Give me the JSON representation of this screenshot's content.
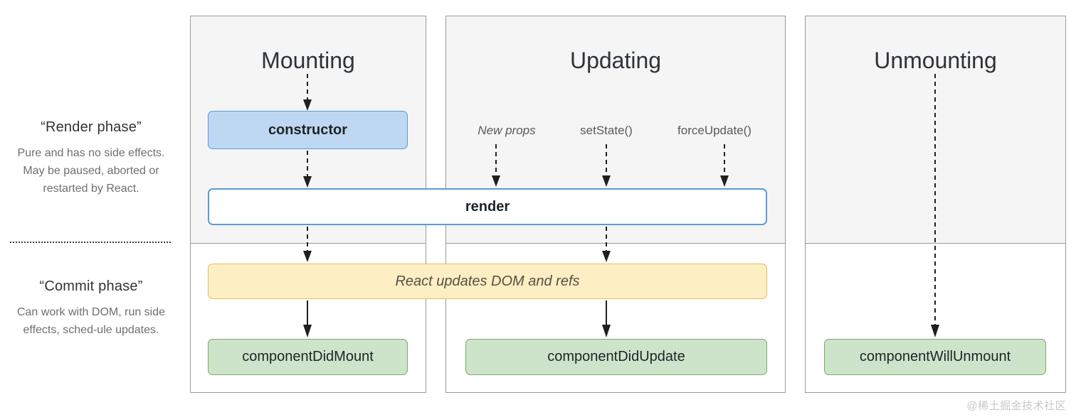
{
  "legend": {
    "render_phase": {
      "title": "“Render phase”",
      "body": "Pure and has no side effects. May be paused, aborted or restarted by React."
    },
    "commit_phase": {
      "title": "“Commit phase”",
      "body": "Can work with DOM, run side effects, sched-ule updates."
    }
  },
  "panels": {
    "mounting": {
      "title": "Mounting"
    },
    "updating": {
      "title": "Updating"
    },
    "unmounting": {
      "title": "Unmounting"
    }
  },
  "nodes": {
    "constructor": "constructor",
    "render": "render",
    "react_updates": "React updates DOM and refs",
    "component_did_mount": "componentDidMount",
    "component_did_update": "componentDidUpdate",
    "component_will_unmount": "componentWillUnmount"
  },
  "triggers": {
    "new_props": "New props",
    "set_state": "setState()",
    "force_update": "forceUpdate()"
  },
  "watermark": "@稀土掘金技术社区",
  "colors": {
    "render_phase_bg": "#f5f5f5",
    "commit_phase_bg": "#ffffff",
    "blue_fill": "#bed7f2",
    "blue_border": "#5b9bd5",
    "yellow_fill": "#fdeec3",
    "yellow_border": "#e3c15a",
    "green_fill": "#cee4ca",
    "green_border": "#77ab6a",
    "panel_border": "#9a9a9a",
    "arrow": "#1f1f1f"
  }
}
